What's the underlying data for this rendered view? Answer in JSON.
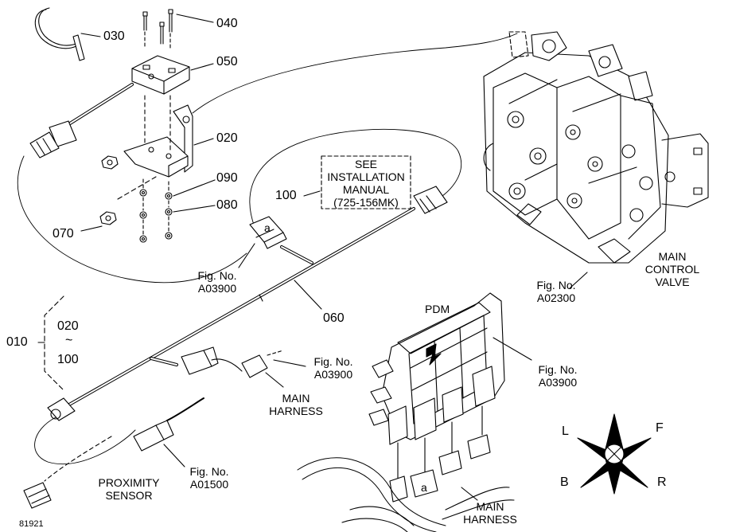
{
  "parts": {
    "p030": "030",
    "p040": "040",
    "p050": "050",
    "p020": "020",
    "p090": "090",
    "p080": "080",
    "p070": "070",
    "p100": "100",
    "p060": "060",
    "p010": "010"
  },
  "range": {
    "from": "020",
    "tilde": "~",
    "to": "100"
  },
  "see_note": "SEE\nINSTALLATION\nMANUAL\n(725-156MK)",
  "figrefs": {
    "a03900_left": "Fig. No.\nA03900",
    "a03900_mid": "Fig. No.\nA03900",
    "a03900_right": "Fig. No.\nA03900",
    "a02300": "Fig. No.\nA02300",
    "a01500": "Fig. No.\nA01500"
  },
  "names": {
    "main_control_valve": "MAIN\nCONTROL\nVALVE",
    "pdm": "PDM",
    "main_harness_mid": "MAIN\nHARNESS",
    "main_harness_bottom": "MAIN\nHARNESS",
    "proximity_sensor": "PROXIMITY\nSENSOR"
  },
  "connector_marks": {
    "upper": "a",
    "lower": "a"
  },
  "compass": {
    "left": "L",
    "front": "F",
    "back": "B",
    "right": "R"
  },
  "drawing_id": "81921"
}
